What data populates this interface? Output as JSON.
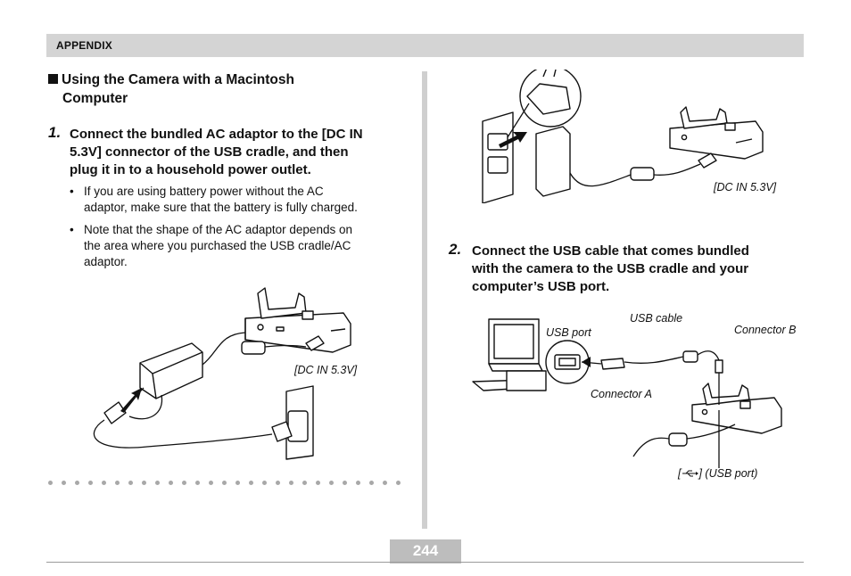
{
  "header": {
    "label": "APPENDIX"
  },
  "section": {
    "heading_line1": "Using the Camera with a Macintosh",
    "heading_line2": "Computer"
  },
  "step1": {
    "number": "1.",
    "lines": [
      "Connect the bundled AC adaptor to the [DC IN",
      "5.3V] connector of the USB cradle, and then",
      "plug it in to a household power outlet."
    ],
    "bullets": [
      [
        "If you are using battery power without the AC",
        "adaptor, make sure that the battery is fully charged."
      ],
      [
        "Note that the shape of the AC adaptor depends on",
        "the area where you purchased the USB cradle/AC",
        "adaptor."
      ]
    ]
  },
  "step2": {
    "number": "2.",
    "lines": [
      "Connect the USB cable that comes bundled",
      "with the camera to the USB cradle and your",
      "computer’s USB port."
    ]
  },
  "captions": {
    "dc_in_left": "[DC IN 5.3V]",
    "dc_in_right": "[DC IN 5.3V]",
    "usb_cable": "USB cable",
    "usb_port": "USB port",
    "connector_b": "Connector B",
    "connector_a": "Connector A",
    "usb_port_symbol": "[",
    "usb_port_label": "] (USB port)"
  },
  "footer": {
    "page_number": "244"
  }
}
